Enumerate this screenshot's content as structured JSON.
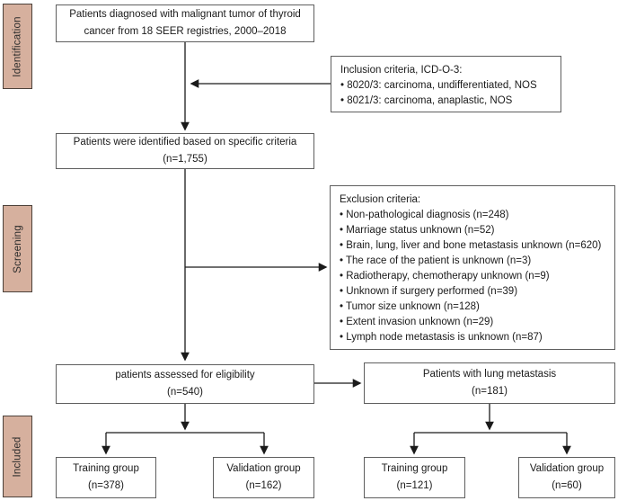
{
  "diagram": {
    "stages": [
      {
        "label": "Identification"
      },
      {
        "label": "Screening"
      },
      {
        "label": "Included"
      }
    ],
    "boxes": {
      "top": {
        "line1": "Patients diagnosed with malignant tumor of thyroid",
        "line2": "cancer from 18 SEER registries, 2000–2018"
      },
      "inclusion": {
        "title": "Inclusion criteria, ICD-O-3:",
        "items": [
          "8020/3: carcinoma, undifferentiated, NOS",
          "8021/3: carcinoma, anaplastic, NOS"
        ]
      },
      "identified": {
        "line1": "Patients were identified based on specific criteria",
        "line2": "(n=1,755)"
      },
      "exclusion": {
        "title": "Exclusion criteria:",
        "items": [
          "Non-pathological diagnosis (n=248)",
          "Marriage status unknown (n=52)",
          "Brain, lung, liver and bone metastasis unknown (n=620)",
          "The race of the patient is unknown (n=3)",
          "Radiotherapy, chemotherapy unknown (n=9)",
          "Unknown if surgery performed (n=39)",
          "Tumor size unknown (n=128)",
          "Extent invasion unknown (n=29)",
          "Lymph node metastasis is unknown (n=87)"
        ]
      },
      "eligibility": {
        "line1": "patients assessed for eligibility",
        "line2": "(n=540)"
      },
      "lung": {
        "line1": "Patients with lung metastasis",
        "line2": "(n=181)"
      },
      "training_eligibility": {
        "line1": "Training group",
        "line2": "(n=378)"
      },
      "validation_eligibility": {
        "line1": "Validation group",
        "line2": "(n=162)"
      },
      "training_lung": {
        "line1": "Training group",
        "line2": "(n=121)"
      },
      "validation_lung": {
        "line1": "Validation group",
        "line2": "(n=60)"
      }
    },
    "colors": {
      "stage_fill": "#d6b09e",
      "stage_border": "#4c413a",
      "box_border": "#5e5e5e",
      "line": "#1a1a1a"
    }
  }
}
